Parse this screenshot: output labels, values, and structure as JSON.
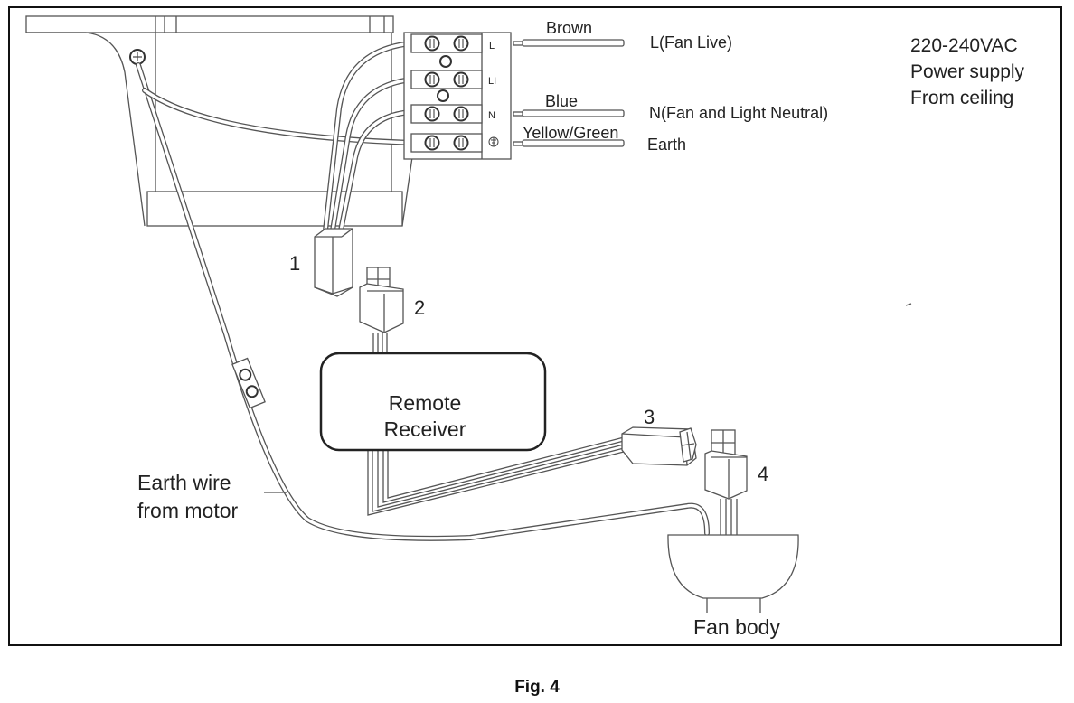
{
  "figure": {
    "caption": "Fig. 4"
  },
  "supply_note": {
    "line1": "220-240VAC",
    "line2": "Power supply",
    "line3": "From ceiling"
  },
  "terminal_block": {
    "terminals": [
      {
        "marker": "L",
        "wire_color": "Brown",
        "description": "L(Fan Live)"
      },
      {
        "marker": "LI",
        "wire_color": "",
        "description": ""
      },
      {
        "marker": "N",
        "wire_color": "Blue",
        "description": "N(Fan and Light Neutral)"
      },
      {
        "marker": "earth-symbol",
        "wire_color": "Yellow/Green",
        "description": "Earth"
      }
    ]
  },
  "connectors": [
    {
      "number": "1",
      "type": "plug"
    },
    {
      "number": "2",
      "type": "socket"
    },
    {
      "number": "3",
      "type": "plug"
    },
    {
      "number": "4",
      "type": "socket"
    }
  ],
  "components": {
    "receiver_line1": "Remote",
    "receiver_line2": "Receiver",
    "fan_body": "Fan body",
    "earth_wire_line1": "Earth wire",
    "earth_wire_line2": "from motor"
  },
  "colors": {
    "line": "#555555",
    "text": "#222222"
  }
}
